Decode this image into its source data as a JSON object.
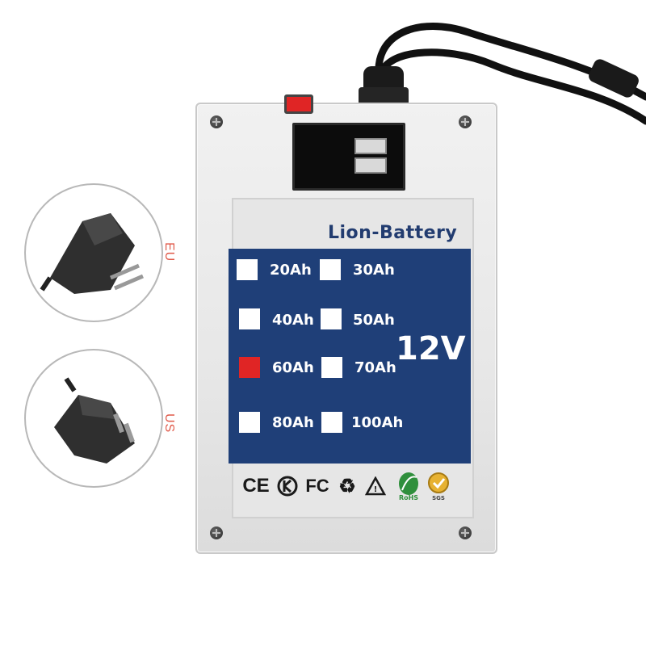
{
  "adapters": [
    {
      "region": "EU"
    },
    {
      "region": "US"
    }
  ],
  "battery": {
    "brand": "Lion-Battery",
    "voltage": "12V",
    "capacity_options": [
      {
        "label": "20Ah",
        "checked": false
      },
      {
        "label": "30Ah",
        "checked": false
      },
      {
        "label": "40Ah",
        "checked": false
      },
      {
        "label": "50Ah",
        "checked": false
      },
      {
        "label": "60Ah",
        "checked": true
      },
      {
        "label": "70Ah",
        "checked": false
      },
      {
        "label": "80Ah",
        "checked": false
      },
      {
        "label": "100Ah",
        "checked": false
      }
    ],
    "certifications": [
      "CE",
      "K",
      "FC",
      "recycle",
      "warning",
      "RoHS",
      "SGS"
    ],
    "colors": {
      "panel": "#1f3f78",
      "checked": "#e02525",
      "brand_text": "#223c70"
    }
  }
}
